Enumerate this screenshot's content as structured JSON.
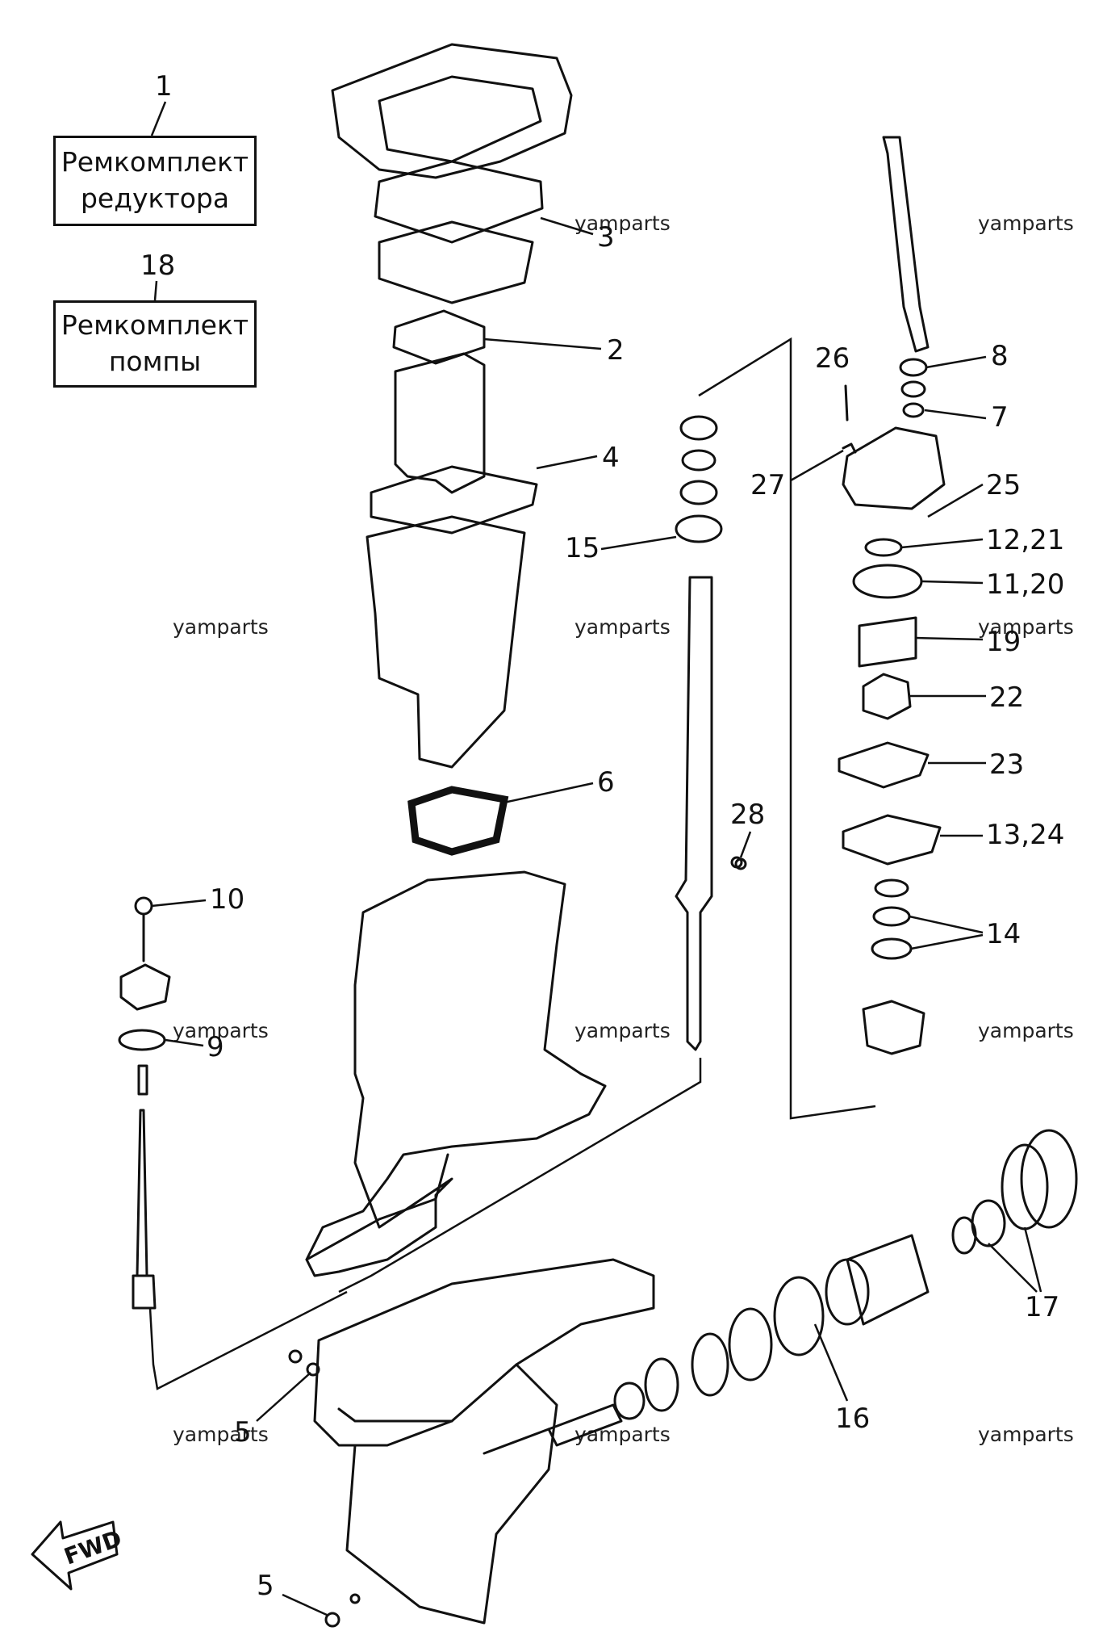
{
  "kits": [
    {
      "number": "1",
      "line1": "Ремкомплект",
      "line2": "редуктора"
    },
    {
      "number": "18",
      "line1": "Ремкомплект",
      "line2": "помпы"
    }
  ],
  "watermark": "yamparts",
  "callouts": {
    "c2": "2",
    "c3": "3",
    "c4": "4",
    "c5a": "5",
    "c5b": "5",
    "c6": "6",
    "c7": "7",
    "c8": "8",
    "c9": "9",
    "c10": "10",
    "c11": "11,20",
    "c12": "12,21",
    "c13": "13,24",
    "c14": "14",
    "c15": "15",
    "c16": "16",
    "c17": "17",
    "c19": "19",
    "c22": "22",
    "c23": "23",
    "c25": "25",
    "c26": "26",
    "c27": "27",
    "c28": "28"
  },
  "fwd_label": "FWD",
  "colors": {
    "line": "#111111",
    "background": "#ffffff"
  }
}
